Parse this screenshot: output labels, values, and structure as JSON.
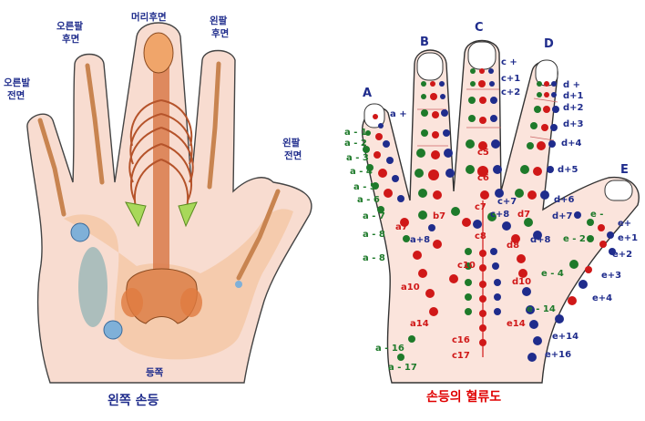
{
  "left": {
    "labels": {
      "right_foot_front_1": "오른발",
      "right_foot_front_2": "전면",
      "right_arm_back_1": "오른팔",
      "right_arm_back_2": "후면",
      "head_back": "머리후면",
      "left_arm_back_1": "왼팔",
      "left_arm_back_2": "후면",
      "left_arm_front_1": "왼팔",
      "left_arm_front_2": "전면",
      "back": "등쪽"
    },
    "caption": "왼쪽 손등"
  },
  "right": {
    "fingers": {
      "a": "A",
      "b": "B",
      "c": "C",
      "d": "D",
      "e": "E"
    },
    "caption": "손등의 혈류도",
    "colors": {
      "red": "#d01818",
      "blue": "#1f2c8c",
      "green": "#1e7a2a"
    },
    "points": {
      "a_plus": "a +",
      "a_m1": "a - 1",
      "a_m2": "a - 2",
      "a_m3": "a - 3",
      "a_m4": "a - 4",
      "a_m5": "a - 5",
      "a_m6": "a - 6",
      "a_m7": "a - 7",
      "a_m8": "a - 8",
      "a_m16": "a - 16",
      "a_m17": "a - 17",
      "a7": "a7",
      "a8": "a+8",
      "a10": "a10",
      "a14": "a14",
      "b7": "b7",
      "c_plus": "c +",
      "c_p1": "c+1",
      "c_p2": "c+2",
      "c5": "c5",
      "c6": "c6",
      "c7": "c7",
      "c_p7": "c+7",
      "c_p8": "c+8",
      "c8": "c8",
      "c10": "c10",
      "c16": "c16",
      "c17": "c17",
      "d7": "d7",
      "d8": "d8",
      "d10": "d10",
      "d_p8": "d+8",
      "d_plus": "d +",
      "d_p1": "d+1",
      "d_p2": "d+2",
      "d_p3": "d+3",
      "d_p4": "d+4",
      "d_p5": "d+5",
      "d_p6": "d+6",
      "d_p7": "d+7",
      "e_minus": "e -",
      "e_m2": "e - 2",
      "e_m4": "e - 4",
      "e_m14": "e - 14",
      "e_plus": "e+",
      "e_p1": "e+1",
      "e_p2": "e+2",
      "e_p3": "e+3",
      "e_p4": "e+4",
      "e14": "e14",
      "e_p14": "e+14",
      "e_p16": "e+16"
    }
  }
}
